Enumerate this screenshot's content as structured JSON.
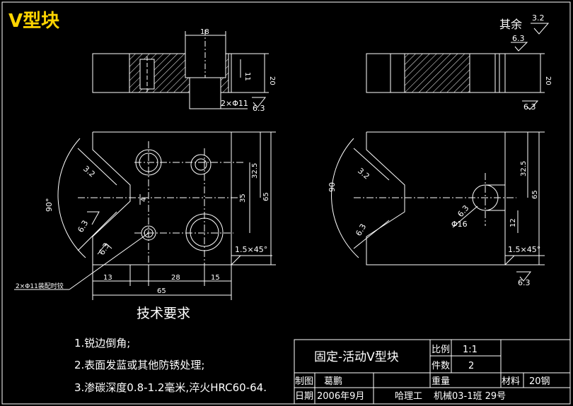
{
  "title": "V型块",
  "roughness_note": {
    "prefix": "其余",
    "value": "3.2"
  },
  "top_view_left": {
    "dim_width": "18",
    "dim_11": "11",
    "dim_20": "20",
    "holes": "2×Φ11",
    "rough": "6.3"
  },
  "top_view_right": {
    "rough_top": "6.3",
    "dim_20": "20",
    "rough_bottom": "6.3"
  },
  "front_left": {
    "angle": "90°",
    "rough_v": "3.2",
    "rough_a": "6.3",
    "rough_b": "6.3",
    "dim_4": "4",
    "dim_35": "35",
    "dim_325": "32.5",
    "dim_65v": "65",
    "chamfer": "1.5×45°",
    "dim_13": "13",
    "dim_28": "28",
    "dim_15": "15",
    "dim_65h": "65",
    "pin_note": "2×Φ11装配时铰"
  },
  "front_right": {
    "angle": "90",
    "rough_v": "3.2",
    "rough_a": "6.3",
    "rough_slot": "6.3",
    "dia": "Φ16",
    "dim_325": "32.5",
    "dim_65": "65",
    "dim_12": "12",
    "chamfer": "1.5×45°",
    "rough_bottom": "6.3"
  },
  "tech": {
    "heading": "技术要求",
    "items": [
      "1.锐边倒角;",
      "2.表面发蓝或其他防锈处理;",
      "3.渗碳深度0.8-1.2毫米,淬火HRC60-64."
    ]
  },
  "title_block": {
    "name": "固定-活动V型块",
    "scale_label": "比例",
    "scale_value": "1:1",
    "qty_label": "件数",
    "qty_value": "2",
    "weight_label": "重量",
    "material_label": "材料",
    "material_value": "20钢",
    "drawn_label": "制图",
    "drawn_value": "葛鹏",
    "date_label": "日期",
    "date_value": "2006年9月",
    "school": "哈理工",
    "class": "机械03-1班 29号"
  },
  "colors": {
    "background": "#000000",
    "lines": "#ffffff",
    "title": "#ffd400",
    "hatch": "#ffffff"
  }
}
